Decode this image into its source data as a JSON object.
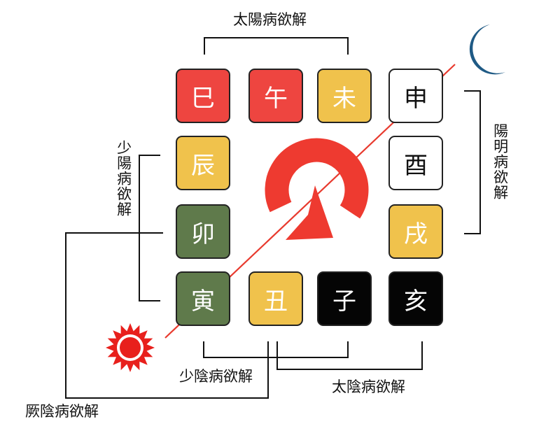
{
  "colors": {
    "red": "#ee4540",
    "yellow": "#f0c24c",
    "green": "#5f7a4b",
    "black": "#050505",
    "white": "#ffffff",
    "moon": "#1f5a85",
    "sun": "#e8201c",
    "arrow": "#ee3a30",
    "diagonal": "#e83a2e"
  },
  "branches": [
    {
      "id": "si",
      "char": "巳",
      "color": "red"
    },
    {
      "id": "wu",
      "char": "午",
      "color": "red"
    },
    {
      "id": "wei",
      "char": "未",
      "color": "yellow"
    },
    {
      "id": "shen",
      "char": "申",
      "color": "white"
    },
    {
      "id": "chen",
      "char": "辰",
      "color": "yellow"
    },
    {
      "id": "you",
      "char": "酉",
      "color": "white"
    },
    {
      "id": "mao",
      "char": "卯",
      "color": "green"
    },
    {
      "id": "xu",
      "char": "戌",
      "color": "yellow"
    },
    {
      "id": "yin",
      "char": "寅",
      "color": "green"
    },
    {
      "id": "chou",
      "char": "丑",
      "color": "yellow"
    },
    {
      "id": "zi",
      "char": "子",
      "color": "black"
    },
    {
      "id": "hai",
      "char": "亥",
      "color": "black"
    }
  ],
  "labels": {
    "taiyang": "太陽病欲解",
    "yangming": "陽明病欲解",
    "shaoyang": "少陽病欲解",
    "shaoyin": "少陰病欲解",
    "taiyin": "太陰病欲解",
    "jueyin": "厥陰病欲解"
  },
  "icons": {
    "moon": "crescent-moon-icon",
    "sun": "sun-icon",
    "cycle": "circular-arrow-icon"
  }
}
